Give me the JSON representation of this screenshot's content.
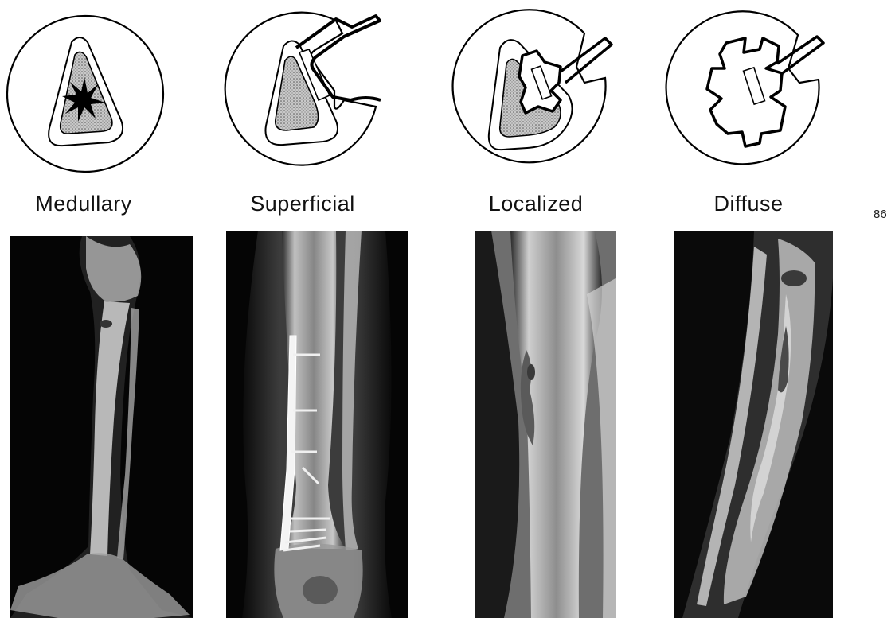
{
  "classifications": [
    {
      "id": "medullary",
      "label": "Medullary"
    },
    {
      "id": "superficial",
      "label": "Superficial"
    },
    {
      "id": "localized",
      "label": "Localized"
    },
    {
      "id": "diffuse",
      "label": "Diffuse"
    }
  ],
  "page_number": "86",
  "colors": {
    "outline": "#000000",
    "stipple": "#9a9a9a",
    "xray_background": "#050505",
    "bone": "#e6e6e6",
    "hardware": "#f4f4f4"
  }
}
